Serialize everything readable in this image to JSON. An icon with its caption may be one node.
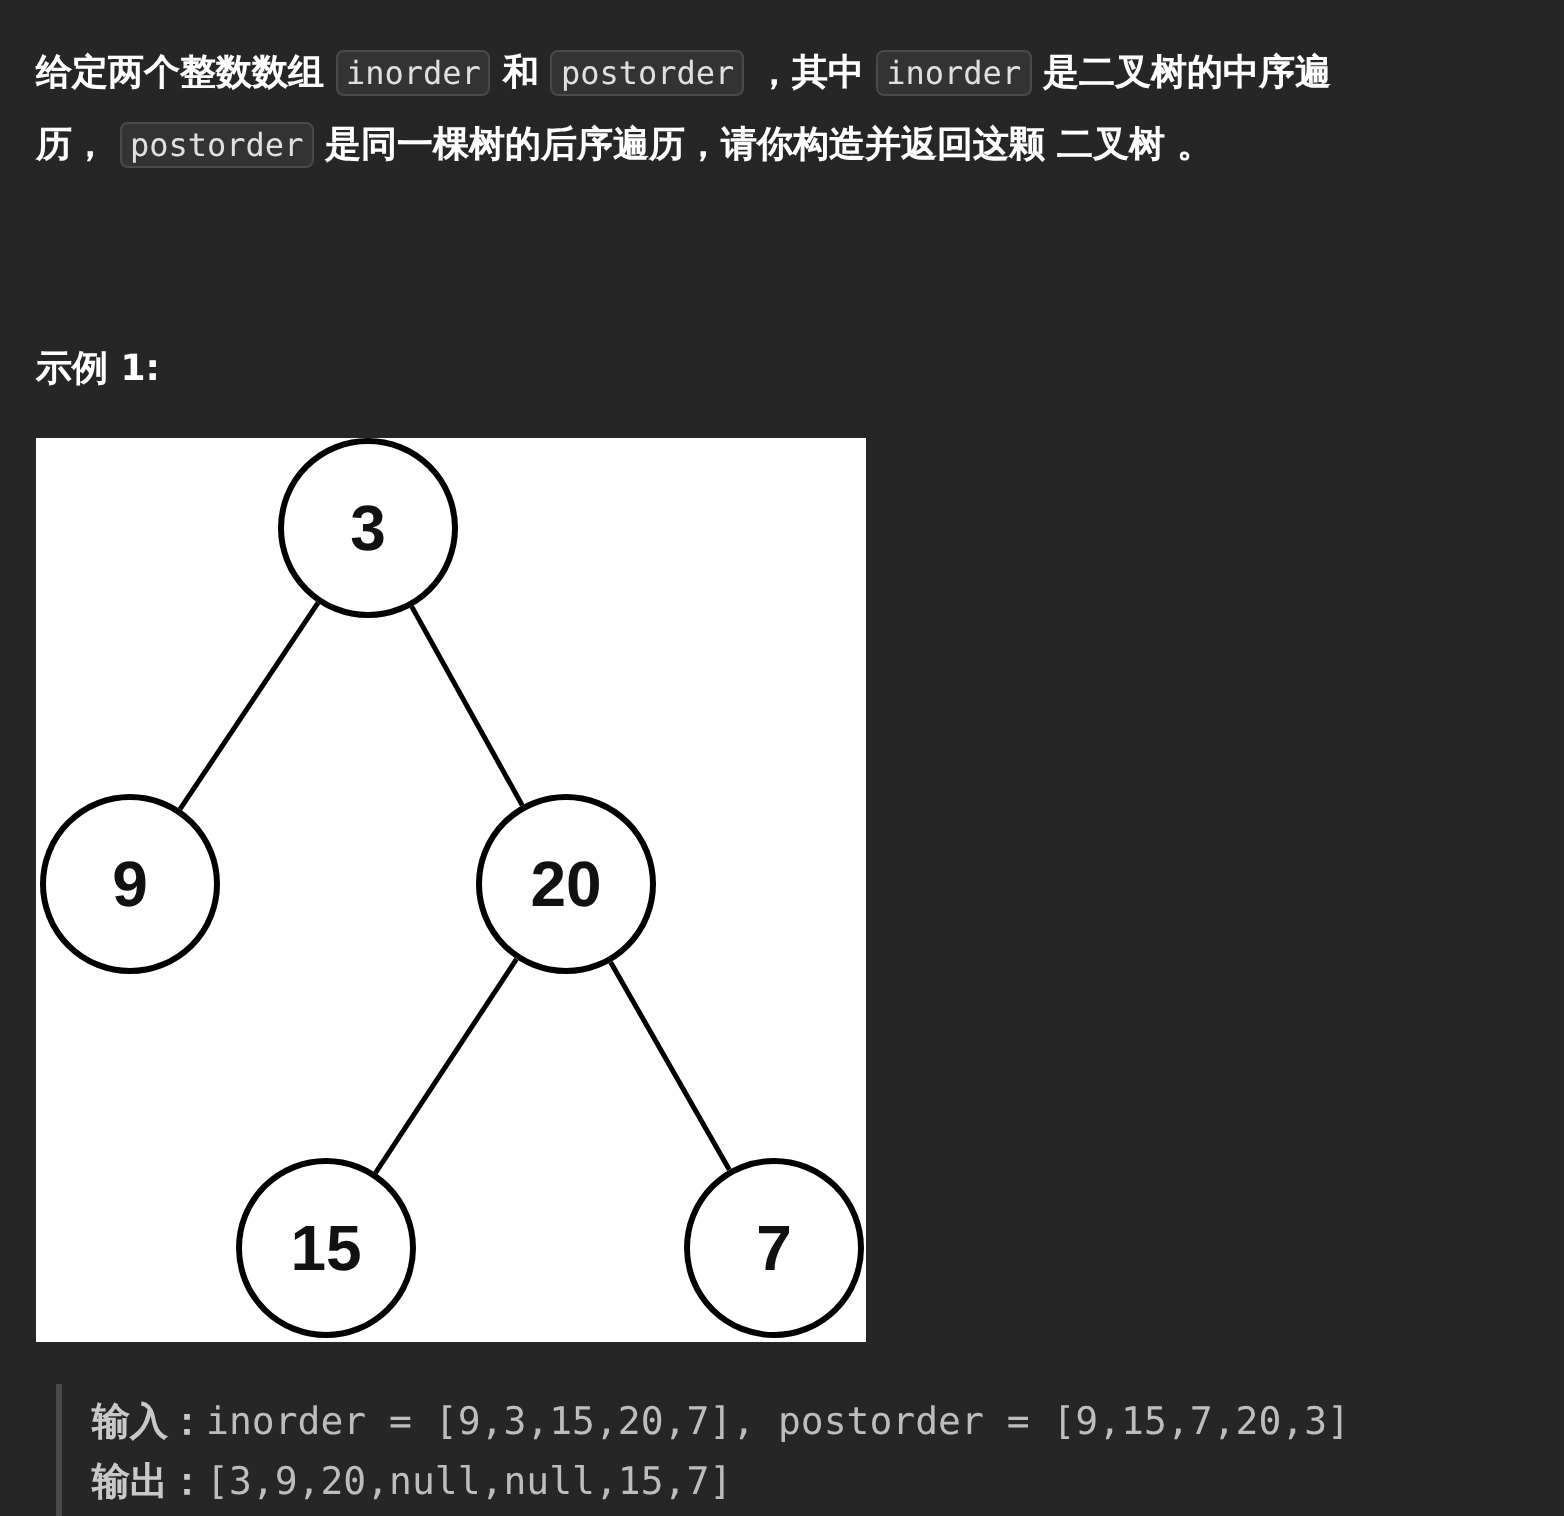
{
  "diagram": {
    "nodes": [
      {
        "text": [
          "3"
        ]
      },
      {
        "text": [
          "9"
        ]
      },
      {
        "text": [
          "20"
        ]
      },
      {
        "text": [
          "15"
        ]
      },
      {
        "text": [
          "7"
        ]
      }
    ],
    "edges": [
      {
        "from": 0,
        "to": 1,
        "arrow": "none"
      },
      {
        "from": 0,
        "to": 2,
        "arrow": "none"
      },
      {
        "from": 2,
        "to": 3,
        "arrow": "none"
      },
      {
        "from": 2,
        "to": 4,
        "arrow": "none"
      }
    ],
    "labels": [
      "给定两个整数数组",
      "inorder",
      "和",
      "postorder",
      "，其中",
      "inorder",
      "是二叉树的中序遍",
      "历，",
      "postorder",
      "是同一棵树的后序遍历，请你构造并返回这颗",
      "二叉树",
      "。",
      "示例 1:",
      "**输入：**inorder = [9,3,15,20,7], postorder = [9,15,7,20,3]",
      "**输出：**[3,9,20,null,null,15,7]"
    ]
  }
}
